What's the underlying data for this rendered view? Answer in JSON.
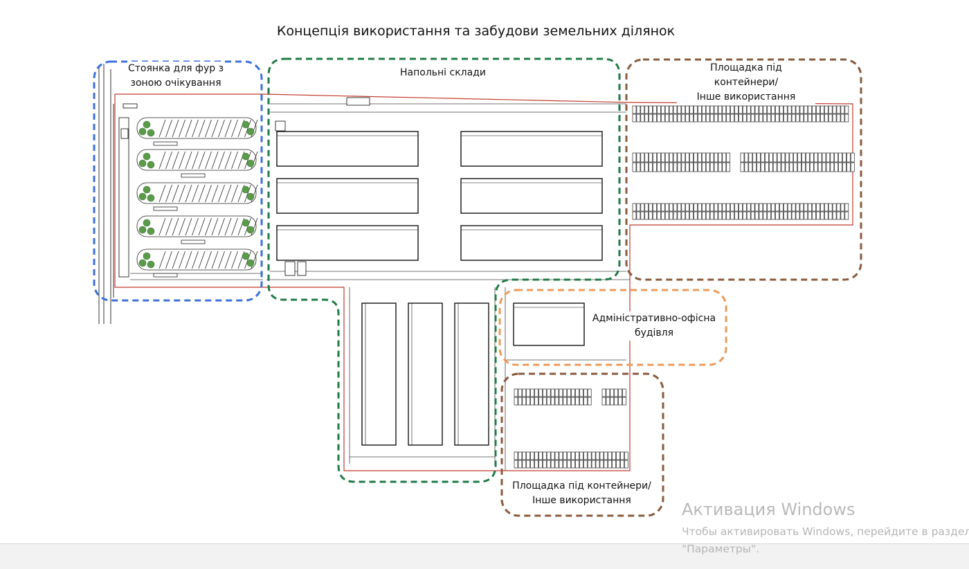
{
  "title": "Концепція використання та забудови земельних ділянок",
  "zones": {
    "truck_parking": {
      "line1": "Стоянка для фур з",
      "line2": "зоною очікування",
      "color": "#3d6fd8"
    },
    "floor_warehouses": {
      "label": "Напольні склади",
      "color": "#1e7a45"
    },
    "containers_top": {
      "line1": "Площадка під контейнери/",
      "line2": "Інше використання",
      "color": "#8a5a3c"
    },
    "admin_building": {
      "line1": "Адміністративно-офісна",
      "line2": "будівля",
      "color": "#ec9a5a"
    },
    "containers_bottom": {
      "line1": "Площадка під контейнери/",
      "line2": "Інше використання",
      "color": "#8a5a3c"
    }
  },
  "watermark": {
    "title": "Активация Windows",
    "line1": "Чтобы активировать Windows, перейдите в раздел",
    "line2": "\"Параметры\"."
  },
  "colors": {
    "boundary": "#c0392b",
    "drawing": "#222222",
    "tree": "#5a9a4a"
  }
}
